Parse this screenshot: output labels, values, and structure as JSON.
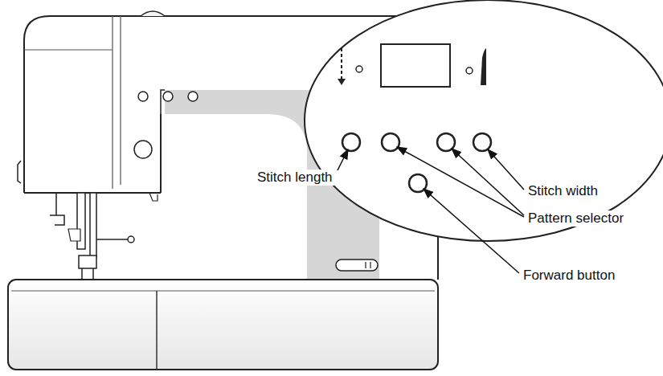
{
  "diagram": {
    "labels": [
      "Stitch length",
      "Stitch width",
      "Pattern selector",
      "Forward button"
    ]
  }
}
